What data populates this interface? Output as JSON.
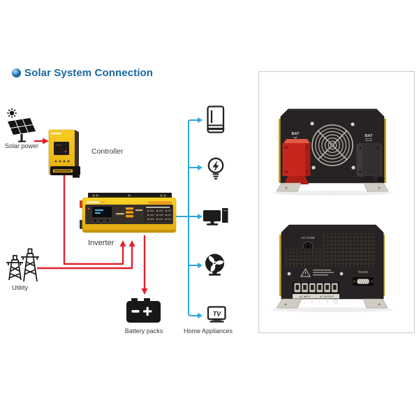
{
  "title": {
    "text": "Solar System Connection"
  },
  "colors": {
    "title_blue": "#17689F",
    "line_red": "#E0202E",
    "line_blue": "#2AA7DF",
    "device_yellow": "#F2BF18",
    "icon_black": "#1C1C1C",
    "photo_plate_black": "#272223",
    "bat_terminal_red": "#C5271D"
  },
  "diagram": {
    "labels": {
      "solar": "Solar power",
      "controller": "Controller",
      "inverter": "Inverter",
      "utility": "Utility",
      "battery": "Battery packs",
      "appliances": "Home Appliances"
    },
    "tv_icon_text": "TV"
  },
  "product_panel": {
    "rear_fan_view": {
      "bat_left": "BAT",
      "bat_right": "BAT"
    },
    "rear_terminal_view": {
      "fuse_label": "AC FUSE",
      "port_label": "RS232",
      "strip_labels": [
        "AC INPUT",
        "AC OUTPUT"
      ],
      "terminal_labels": [
        "L",
        "N",
        "L",
        "N"
      ]
    }
  }
}
